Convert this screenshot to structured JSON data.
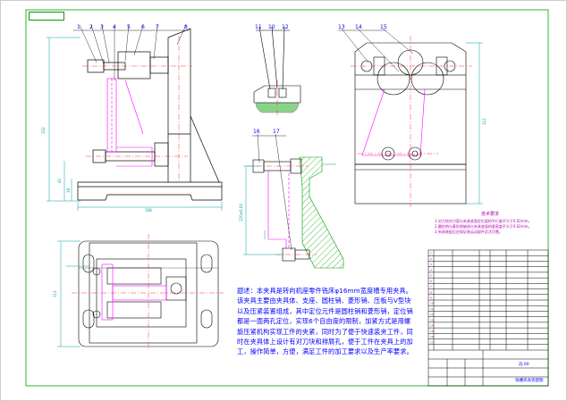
{
  "drawing": {
    "corner_label": "",
    "callouts_front": [
      "1",
      "2",
      "3",
      "4",
      "5",
      "6",
      "7",
      "8"
    ],
    "callouts_top_small": [
      "11",
      "10",
      "12"
    ],
    "callouts_section": [
      "16",
      "17"
    ],
    "callouts_side": [
      "13",
      "14",
      "15"
    ],
    "dimensions": {
      "front_height": "152",
      "front_width": "168",
      "front_small_a": "42",
      "front_small_b": "18",
      "plan_height": "112",
      "section_height": "120±0.04",
      "side_height": "112"
    },
    "note_text": "题述：本夹具是转向机座零件铣床φ16mm宽度槽专用夹具。该夹具主要由夹具体、支座、圆柱销、菱形销、压板与V型块以及压紧装置组成，其中定位元件是圆柱销和菱形销，定位销都是一面两孔定位，实现6个自由度的限制，加紧方式是用螺旋压紧机构实现工件的夹紧，同时为了便于快速装夹工件，同时在夹具体上设计有对刀块和排屑孔，便于工件在夹具上的加工，操作简单，方便，满足工件的加工要求以及生产率要求。",
    "tech_title": "技术要求",
    "tech_lines": [
      "1.对刀块对刀面与夹具底面定位面的平行度不大于0.02mm。",
      "2.圆柱销与菱形销轴线与夹具底面的垂直度不大于0.02mm。",
      "3.夹具装配后应保证各运动部件灵活可靠。"
    ],
    "bom_rows": [
      "1",
      "2",
      "3",
      "4",
      "5",
      "6",
      "7",
      "8",
      "9",
      "10",
      "11",
      "12",
      "13",
      "14",
      "15",
      "16",
      "17"
    ],
    "title_block": {
      "drawing_no": "ZJ-00",
      "name": "铣槽夹具装配图"
    }
  },
  "colors": {
    "outline": "#000000",
    "frame": "#00a000",
    "centerline": "#ff0000",
    "hidden": "#ff00ff",
    "dimension": "#00a0a0",
    "hatch": "#00a000",
    "callout_text": "#0000ff",
    "table_text": "#b000b0"
  }
}
